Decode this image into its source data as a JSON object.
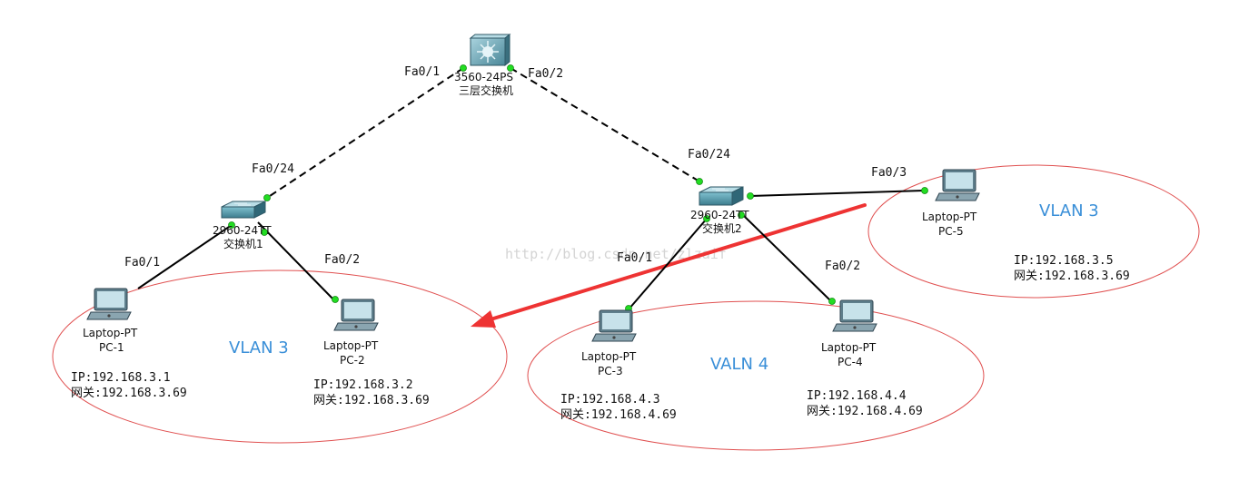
{
  "core_switch": {
    "model": "3560-24PS",
    "name": "三层交换机",
    "port_left": "Fa0/1",
    "port_right": "Fa0/2"
  },
  "switch1": {
    "model": "2960-24TT",
    "name": "交换机1",
    "uplink_port": "Fa0/24",
    "port_a": "Fa0/1",
    "port_b": "Fa0/2"
  },
  "switch2": {
    "model": "2960-24TT",
    "name": "交换机2",
    "uplink_port": "Fa0/24",
    "port_a": "Fa0/1",
    "port_b": "Fa0/2",
    "port_c": "Fa0/3"
  },
  "pcs": [
    {
      "type": "Laptop-PT",
      "name": "PC-1",
      "ip": "IP:192.168.3.1",
      "gw": "网关:192.168.3.69"
    },
    {
      "type": "Laptop-PT",
      "name": "PC-2",
      "ip": "IP:192.168.3.2",
      "gw": "网关:192.168.3.69"
    },
    {
      "type": "Laptop-PT",
      "name": "PC-3",
      "ip": "IP:192.168.4.3",
      "gw": "网关:192.168.4.69"
    },
    {
      "type": "Laptop-PT",
      "name": "PC-4",
      "ip": "IP:192.168.4.4",
      "gw": "网关:192.168.4.69"
    },
    {
      "type": "Laptop-PT",
      "name": "PC-5",
      "ip": "IP:192.168.3.5",
      "gw": "网关:192.168.3.69"
    }
  ],
  "vlans": {
    "left": "VLAN 3",
    "middle": "VALN 4",
    "right": "VLAN 3"
  },
  "watermark": "http://blog.csdn.net/zlzaif",
  "colors": {
    "link": "#000000",
    "port_dot": "#22dd22",
    "ellipse": "#e05050",
    "arrow": "#ee3333",
    "vlan_text": "#3a8fd8"
  }
}
